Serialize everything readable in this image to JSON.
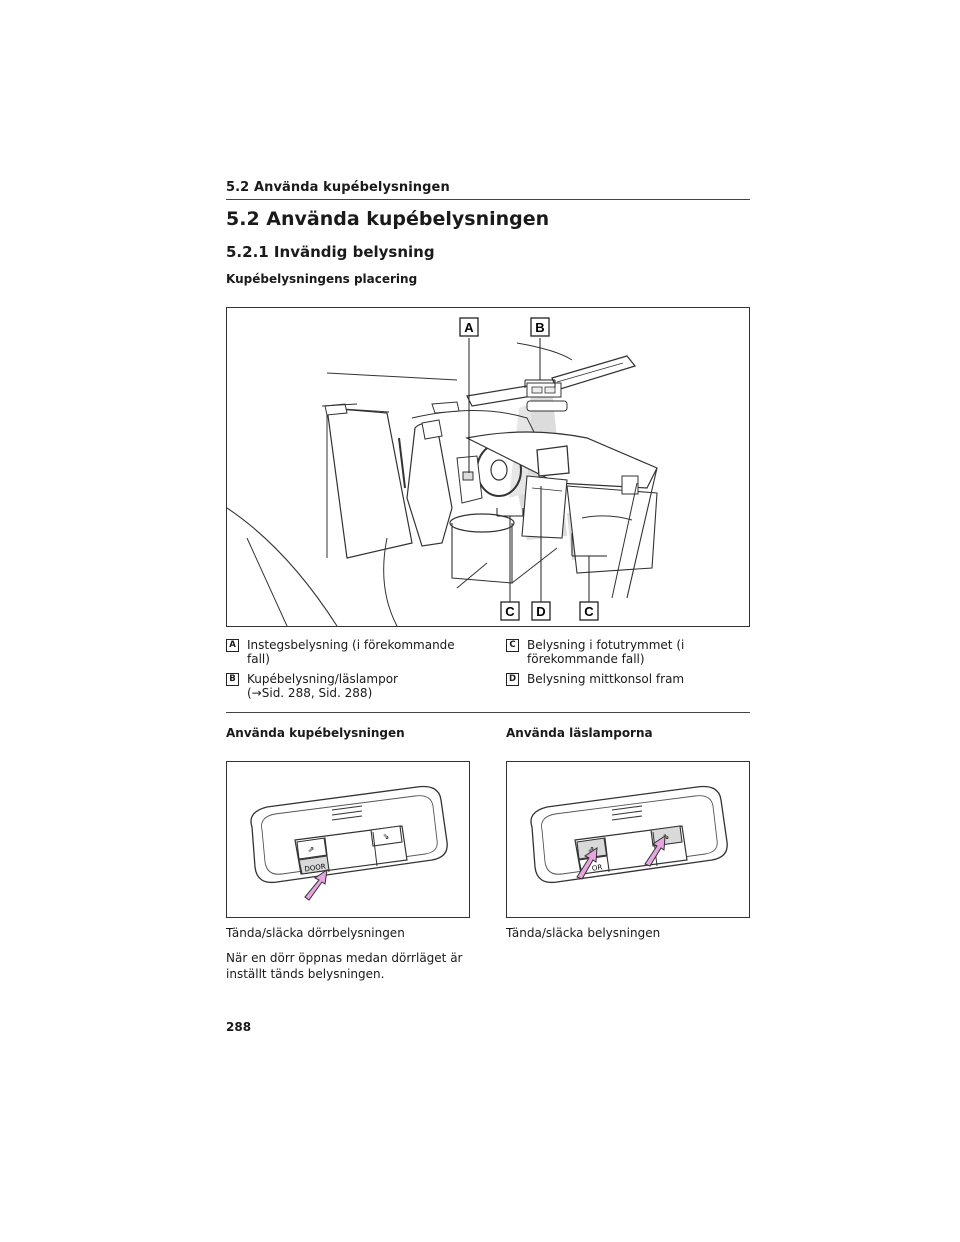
{
  "header": {
    "running_title": "5.2 Använda kupébelysningen"
  },
  "section": {
    "title": "5.2 Använda kupébelysningen",
    "subtitle": "5.2.1 Invändig belysning",
    "figure_heading": "Kupébelysningens placering"
  },
  "main_figure": {
    "callouts": [
      "A",
      "B",
      "C",
      "D",
      "C"
    ]
  },
  "legend": [
    {
      "key": "A",
      "text": "Instegsbelysning (i förekommande fall)"
    },
    {
      "key": "B",
      "text": "Kupébelysning/läslampor",
      "ref": "(→Sid. 288, Sid. 288)"
    },
    {
      "key": "C",
      "text": "Belysning i fotutrymmet (i förekommande fall)"
    },
    {
      "key": "D",
      "text": "Belysning mittkonsol fram"
    }
  ],
  "left_block": {
    "heading": "Använda kupébelysningen",
    "button_label": "DOOR",
    "caption": "Tända/släcka dörrbelysningen",
    "note": "När en dörr öppnas medan dörrläget är inställt tänds belysningen."
  },
  "right_block": {
    "heading": "Använda läslamporna",
    "button_label": "OR",
    "caption": "Tända/släcka belysningen"
  },
  "footer": {
    "page_number": "288"
  },
  "colors": {
    "arrow_fill": "#e8a6e0",
    "shade": "#d9d9d9"
  }
}
